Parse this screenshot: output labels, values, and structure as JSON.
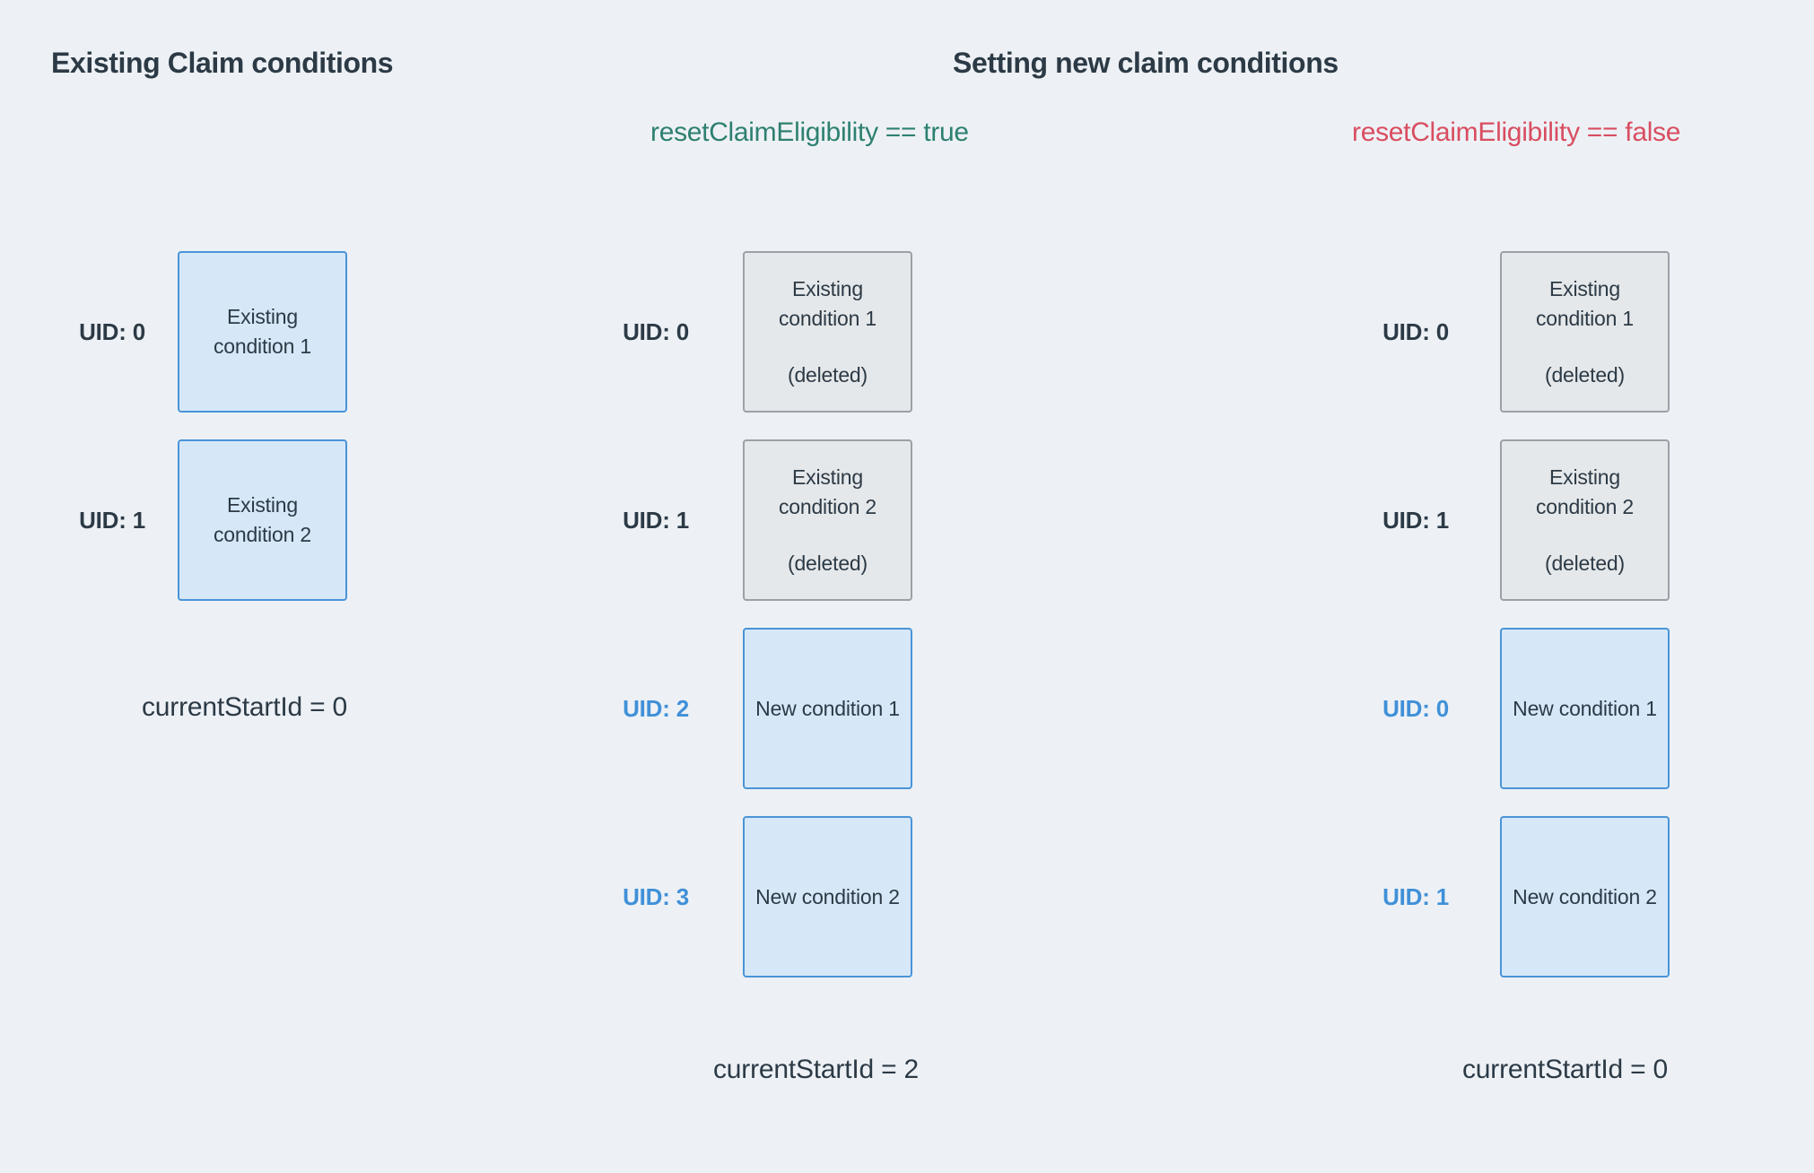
{
  "palette": {
    "background": "#edf1f5",
    "text_dark": "#2c3a46",
    "uid_blue": "#4090d8",
    "green": "#2e8071",
    "red": "#d94d61",
    "box_blue_fill": "#d6e8f8",
    "box_blue_border": "#4a94d8",
    "box_gray_fill": "#e5e8ea",
    "box_gray_border": "#9aa1a7"
  },
  "left_section": {
    "title": "Existing Claim conditions",
    "column": {
      "rows": [
        {
          "uid": "UID: 0",
          "uid_style": "dark",
          "box_style": "blue",
          "text": "Existing condition 1"
        },
        {
          "uid": "UID: 1",
          "uid_style": "dark",
          "box_style": "blue",
          "text": "Existing condition 2"
        }
      ],
      "footer": "currentStartId = 0"
    }
  },
  "right_section": {
    "title": "Setting new claim conditions",
    "scenarios": [
      {
        "label": "resetClaimEligibility == true",
        "label_color": "green",
        "rows": [
          {
            "uid": "UID: 0",
            "uid_style": "dark",
            "box_style": "gray",
            "text": "Existing condition 1",
            "note": "(deleted)"
          },
          {
            "uid": "UID: 1",
            "uid_style": "dark",
            "box_style": "gray",
            "text": "Existing condition 2",
            "note": "(deleted)"
          },
          {
            "uid": "UID: 2",
            "uid_style": "blue",
            "box_style": "blue",
            "text": "New condition 1"
          },
          {
            "uid": "UID: 3",
            "uid_style": "blue",
            "box_style": "blue",
            "text": "New condition 2"
          }
        ],
        "footer": "currentStartId = 2"
      },
      {
        "label": "resetClaimEligibility == false",
        "label_color": "red",
        "rows": [
          {
            "uid": "UID: 0",
            "uid_style": "dark",
            "box_style": "gray",
            "text": "Existing condition 1",
            "note": "(deleted)"
          },
          {
            "uid": "UID: 1",
            "uid_style": "dark",
            "box_style": "gray",
            "text": "Existing condition 2",
            "note": "(deleted)"
          },
          {
            "uid": "UID: 0",
            "uid_style": "blue",
            "box_style": "blue",
            "text": "New condition 1"
          },
          {
            "uid": "UID: 1",
            "uid_style": "blue",
            "box_style": "blue",
            "text": "New condition 2"
          }
        ],
        "footer": "currentStartId = 0"
      }
    ]
  }
}
